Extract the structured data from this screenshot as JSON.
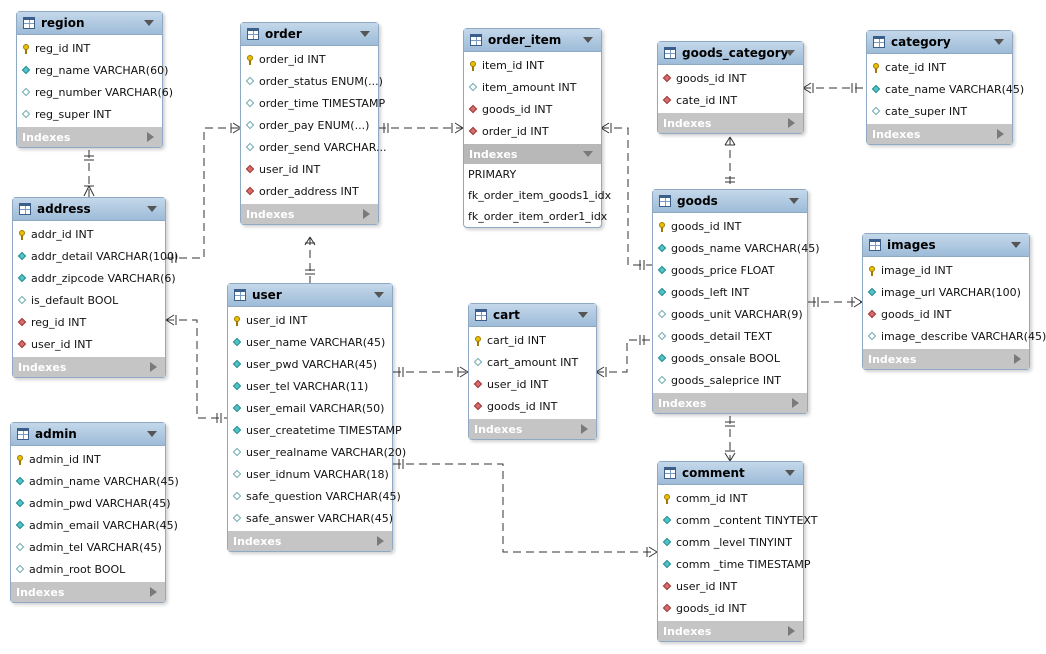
{
  "tables": {
    "region": {
      "title": "region",
      "columns": [
        {
          "label": "reg_id INT",
          "kind": "key"
        },
        {
          "label": "reg_name VARCHAR(60)",
          "kind": "nn"
        },
        {
          "label": "reg_number VARCHAR(6)",
          "kind": "plain"
        },
        {
          "label": "reg_super INT",
          "kind": "plain"
        }
      ],
      "indexes_label": "Indexes"
    },
    "order": {
      "title": "order",
      "columns": [
        {
          "label": "order_id INT",
          "kind": "key"
        },
        {
          "label": "order_status ENUM(...)",
          "kind": "plain"
        },
        {
          "label": "order_time TIMESTAMP",
          "kind": "plain"
        },
        {
          "label": "order_pay ENUM(...)",
          "kind": "plain"
        },
        {
          "label": "order_send VARCHAR...",
          "kind": "plain"
        },
        {
          "label": "user_id INT",
          "kind": "fk"
        },
        {
          "label": "order_address INT",
          "kind": "fk"
        }
      ],
      "indexes_label": "Indexes"
    },
    "order_item": {
      "title": "order_item",
      "columns": [
        {
          "label": "item_id INT",
          "kind": "key"
        },
        {
          "label": "item_amount INT",
          "kind": "plain"
        },
        {
          "label": "goods_id INT",
          "kind": "fk"
        },
        {
          "label": "order_id INT",
          "kind": "fk"
        }
      ],
      "indexes_label": "Indexes",
      "indexes": [
        "PRIMARY",
        "fk_order_item_goods1_idx",
        "fk_order_item_order1_idx"
      ]
    },
    "goods_category": {
      "title": "goods_category",
      "columns": [
        {
          "label": "goods_id INT",
          "kind": "fk"
        },
        {
          "label": "cate_id INT",
          "kind": "fk"
        }
      ],
      "indexes_label": "Indexes"
    },
    "category": {
      "title": "category",
      "columns": [
        {
          "label": "cate_id INT",
          "kind": "key"
        },
        {
          "label": "cate_name VARCHAR(45)",
          "kind": "nn"
        },
        {
          "label": "cate_super INT",
          "kind": "plain"
        }
      ],
      "indexes_label": "Indexes"
    },
    "address": {
      "title": "address",
      "columns": [
        {
          "label": "addr_id INT",
          "kind": "key"
        },
        {
          "label": "addr_detail VARCHAR(100)",
          "kind": "nn"
        },
        {
          "label": "addr_zipcode VARCHAR(6)",
          "kind": "nn"
        },
        {
          "label": "is_default BOOL",
          "kind": "plain"
        },
        {
          "label": "reg_id INT",
          "kind": "fk"
        },
        {
          "label": "user_id INT",
          "kind": "fk"
        }
      ],
      "indexes_label": "Indexes"
    },
    "user": {
      "title": "user",
      "columns": [
        {
          "label": "user_id INT",
          "kind": "key"
        },
        {
          "label": "user_name VARCHAR(45)",
          "kind": "nn"
        },
        {
          "label": "user_pwd VARCHAR(45)",
          "kind": "nn"
        },
        {
          "label": "user_tel VARCHAR(11)",
          "kind": "nn"
        },
        {
          "label": "user_email VARCHAR(50)",
          "kind": "nn"
        },
        {
          "label": "user_createtime TIMESTAMP",
          "kind": "nn"
        },
        {
          "label": "user_realname VARCHAR(20)",
          "kind": "plain"
        },
        {
          "label": "user_idnum VARCHAR(18)",
          "kind": "plain"
        },
        {
          "label": "safe_question VARCHAR(45)",
          "kind": "plain"
        },
        {
          "label": "safe_answer VARCHAR(45)",
          "kind": "plain"
        }
      ],
      "indexes_label": "Indexes"
    },
    "cart": {
      "title": "cart",
      "columns": [
        {
          "label": "cart_id INT",
          "kind": "key"
        },
        {
          "label": "cart_amount INT",
          "kind": "plain"
        },
        {
          "label": "user_id INT",
          "kind": "fk"
        },
        {
          "label": "goods_id INT",
          "kind": "fk"
        }
      ],
      "indexes_label": "Indexes"
    },
    "goods": {
      "title": "goods",
      "columns": [
        {
          "label": "goods_id INT",
          "kind": "key"
        },
        {
          "label": "goods_name VARCHAR(45)",
          "kind": "nn"
        },
        {
          "label": "goods_price FLOAT",
          "kind": "nn"
        },
        {
          "label": "goods_left INT",
          "kind": "nn"
        },
        {
          "label": "goods_unit VARCHAR(9)",
          "kind": "plain"
        },
        {
          "label": "goods_detail TEXT",
          "kind": "plain"
        },
        {
          "label": "goods_onsale BOOL",
          "kind": "nn"
        },
        {
          "label": "goods_saleprice INT",
          "kind": "plain"
        }
      ],
      "indexes_label": "Indexes"
    },
    "images": {
      "title": "images",
      "columns": [
        {
          "label": "image_id INT",
          "kind": "key"
        },
        {
          "label": "image_url VARCHAR(100)",
          "kind": "nn"
        },
        {
          "label": "goods_id INT",
          "kind": "fk"
        },
        {
          "label": "image_describe VARCHAR(45)",
          "kind": "plain"
        }
      ],
      "indexes_label": "Indexes"
    },
    "admin": {
      "title": "admin",
      "columns": [
        {
          "label": "admin_id INT",
          "kind": "key"
        },
        {
          "label": "admin_name VARCHAR(45)",
          "kind": "nn"
        },
        {
          "label": "admin_pwd VARCHAR(45)",
          "kind": "nn"
        },
        {
          "label": "admin_email VARCHAR(45)",
          "kind": "nn"
        },
        {
          "label": "admin_tel VARCHAR(45)",
          "kind": "plain"
        },
        {
          "label": "admin_root BOOL",
          "kind": "plain"
        }
      ],
      "indexes_label": "Indexes"
    },
    "comment": {
      "title": "comment",
      "columns": [
        {
          "label": "comm_id INT",
          "kind": "key"
        },
        {
          "label": "comm _content TINYTEXT",
          "kind": "nn"
        },
        {
          "label": "comm _level TINYINT",
          "kind": "nn"
        },
        {
          "label": "comm _time TIMESTAMP",
          "kind": "nn"
        },
        {
          "label": "user_id INT",
          "kind": "fk"
        },
        {
          "label": "goods_id INT",
          "kind": "fk"
        }
      ],
      "indexes_label": "Indexes"
    }
  },
  "colors": {
    "header": "#9dbbd8",
    "primary_key": "#e8c000",
    "not_null": "#4fc3c8",
    "foreign_key": "#d86a6a",
    "indexes_bar": "#c5c5c5",
    "relationship_line": "#333333"
  }
}
